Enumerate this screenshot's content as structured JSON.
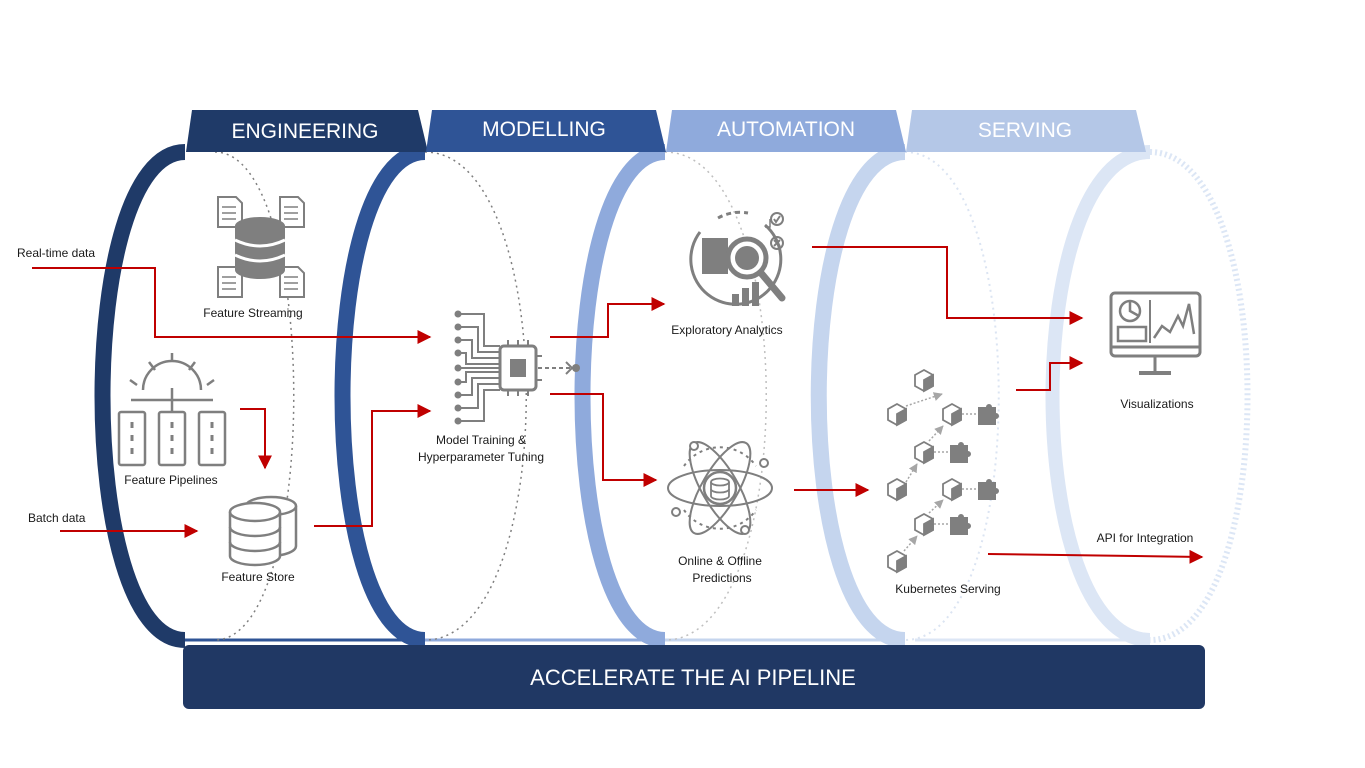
{
  "stages": [
    {
      "label": "ENGINEERING",
      "color": "#1f3a68"
    },
    {
      "label": "MODELLING",
      "color": "#2f5496"
    },
    {
      "label": "AUTOMATION",
      "color": "#8faadc"
    },
    {
      "label": "SERVING",
      "color": "#b4c7e7"
    }
  ],
  "inputs": {
    "realtime": "Real-time data",
    "batch": "Batch data"
  },
  "nodes": {
    "feature_streaming": "Feature Streaming",
    "feature_pipelines": "Feature Pipelines",
    "feature_store": "Feature Store",
    "model_training_line1": "Model Training &",
    "model_training_line2": "Hyperparameter Tuning",
    "exploratory_analytics": "Exploratory Analytics",
    "predictions_line1": "Online & Offline",
    "predictions_line2": "Predictions",
    "kubernetes_serving": "Kubernetes Serving",
    "visualizations": "Visualizations",
    "api_integration": "API for Integration"
  },
  "banner": "ACCELERATE THE AI PIPELINE",
  "colors": {
    "arrow": "#c00000",
    "icon": "#7f7f7f",
    "banner": "#203864"
  }
}
